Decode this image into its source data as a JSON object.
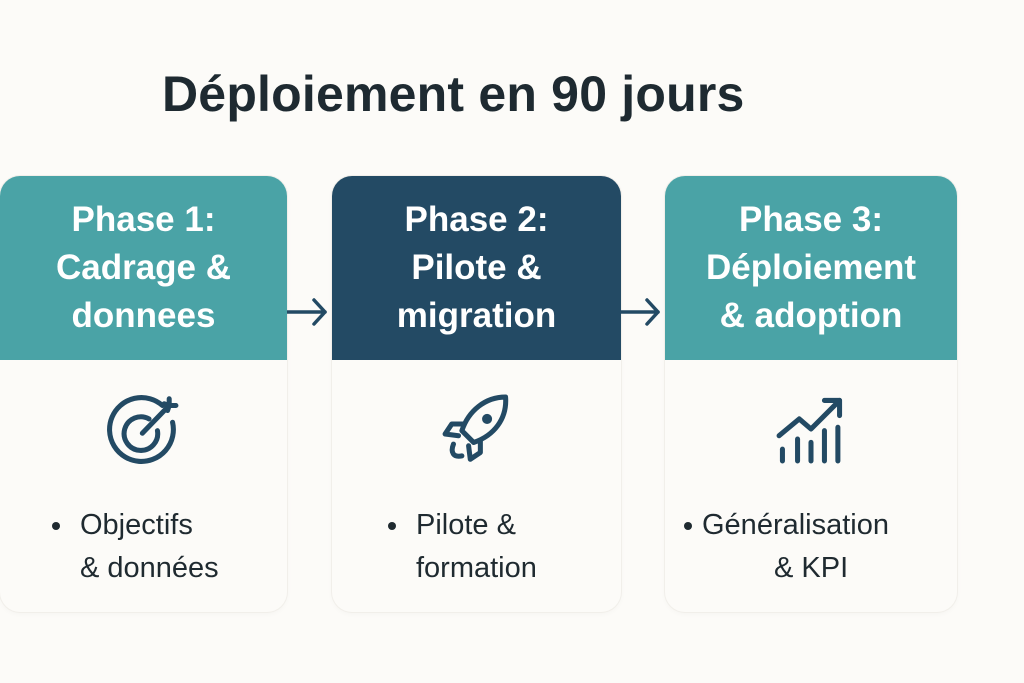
{
  "title": "Déploiement en 90 jours",
  "colors": {
    "background": "#fcfbf8",
    "teal": "#4aa3a6",
    "navy": "#234a64",
    "icon": "#234a64",
    "text": "#1f2a30"
  },
  "phases": [
    {
      "header_lines": [
        "Phase 1:",
        "Cadrage &",
        "donnees"
      ],
      "header_color": "teal",
      "icon": "target-icon",
      "bullet_lines": [
        "Objectifs",
        "& données"
      ]
    },
    {
      "header_lines": [
        "Phase 2:",
        "Pilote &",
        "migration"
      ],
      "header_color": "navy",
      "icon": "rocket-icon",
      "bullet_lines": [
        "Pilote &",
        "formation"
      ]
    },
    {
      "header_lines": [
        "Phase 3:",
        "Déploiement",
        "& adoption"
      ],
      "header_color": "teal",
      "icon": "growth-chart-icon",
      "bullet_lines": [
        "Généralisation",
        "& KPI"
      ]
    }
  ],
  "connectors": [
    "arrow-right-icon",
    "arrow-right-icon"
  ]
}
